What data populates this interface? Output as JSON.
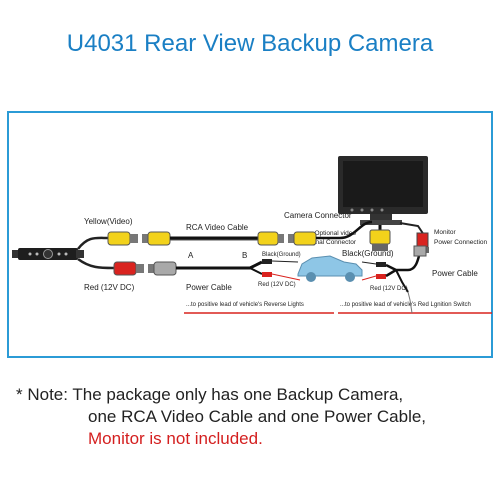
{
  "title": "U4031 Rear View Backup Camera",
  "diagram": {
    "labels": {
      "yellow_video": "Yellow(Video)",
      "rca_video_cable": "RCA Video Cable",
      "camera_connector": "Camera Connector",
      "optional_video": "Optional video",
      "signal_connector": "Signal Connector",
      "monitor": "Monitor",
      "power_connection": "Power Connection",
      "red_12v_dc": "Red (12V DC)",
      "a": "A",
      "b": "B",
      "power_cable_left": "Power Cable",
      "black_ground_left": "Black(Ground)",
      "red_12v_small_left": "Red (12V DC)",
      "black_ground_right": "Black(Ground)",
      "power_cable_right": "Power Cable",
      "red_12v_small_right": "Red (12V DC)",
      "reverse_lights": "...to positive lead of vehicle's Reverse Lights",
      "ignition_switch": "...to positive lead of vehicle's Red Lgnition Switch"
    },
    "colors": {
      "frame": "#2b9bd6",
      "yellow": "#f2d21b",
      "red": "#d9231f",
      "grey": "#a9a9a9",
      "car": "#8ec6e6"
    }
  },
  "note": {
    "line1": "* Note: The package only has one Backup Camera,",
    "line2": "one RCA Video Cable and one Power Cable,",
    "line3": "Monitor is not included."
  }
}
